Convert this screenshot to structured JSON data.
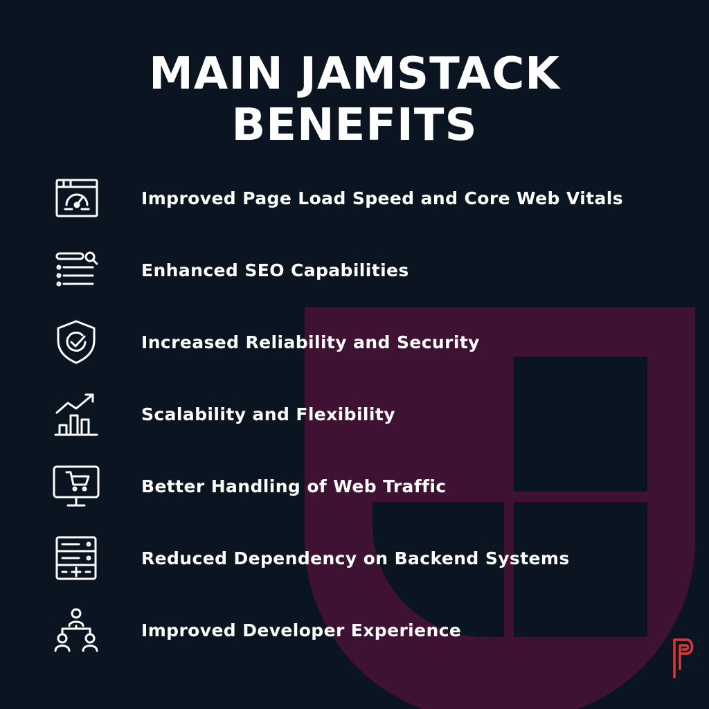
{
  "title": {
    "line1": "MAIN JAMSTACK",
    "line2": "BENEFITS"
  },
  "colors": {
    "background": "#0b1521",
    "accent_shape": "#3f1233",
    "text": "#ffffff",
    "brand": "#e0343b"
  },
  "benefits": [
    {
      "icon": "speed-dashboard-icon",
      "label": "Improved Page Load Speed and Core Web Vitals"
    },
    {
      "icon": "seo-search-list-icon",
      "label": "Enhanced SEO Capabilities"
    },
    {
      "icon": "shield-check-icon",
      "label": "Increased Reliability and Security"
    },
    {
      "icon": "growth-chart-icon",
      "label": "Scalability and Flexibility"
    },
    {
      "icon": "monitor-cart-icon",
      "label": "Better Handling of Web Traffic"
    },
    {
      "icon": "server-stack-icon",
      "label": "Reduced Dependency on Backend Systems"
    },
    {
      "icon": "team-network-icon",
      "label": "Improved Developer Experience"
    }
  ]
}
